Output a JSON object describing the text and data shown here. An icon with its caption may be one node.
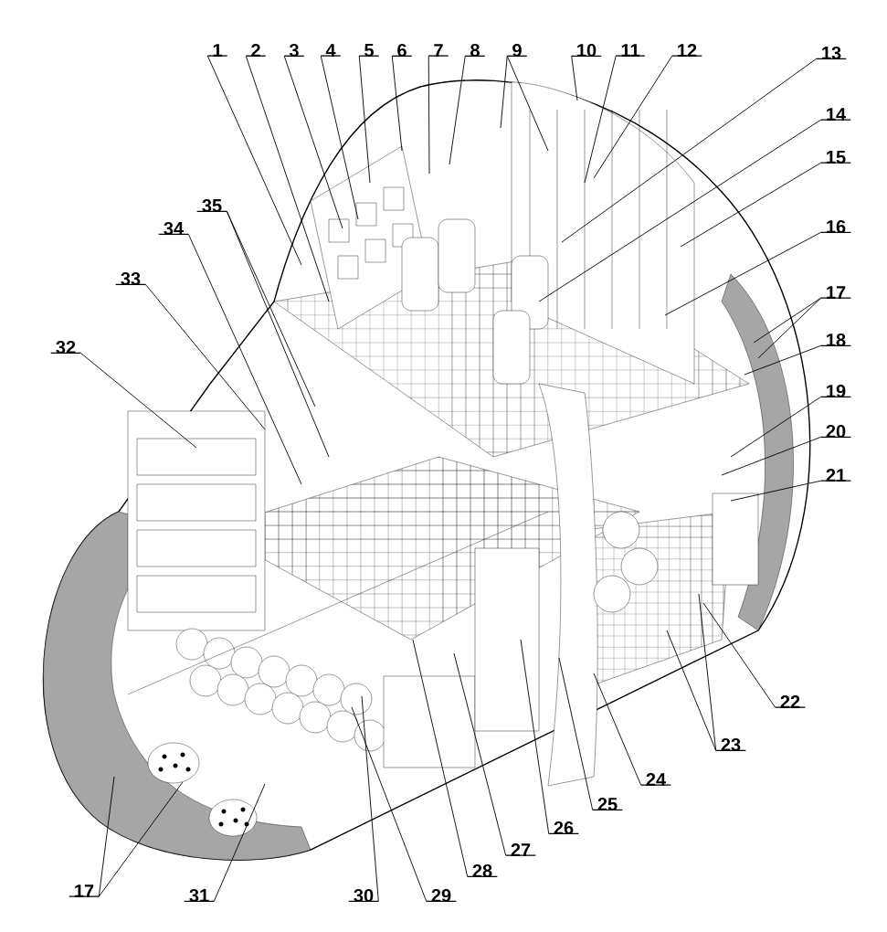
{
  "diagram": {
    "nodes": [
      {
        "text": [
          "1"
        ]
      },
      {
        "text": [
          "2"
        ]
      },
      {
        "text": [
          "3"
        ]
      },
      {
        "text": [
          "4"
        ]
      },
      {
        "text": [
          "5"
        ]
      },
      {
        "text": [
          "6"
        ]
      },
      {
        "text": [
          "7"
        ]
      },
      {
        "text": [
          "8"
        ]
      },
      {
        "text": [
          "9"
        ]
      },
      {
        "text": [
          "10"
        ]
      },
      {
        "text": [
          "11"
        ]
      },
      {
        "text": [
          "12"
        ]
      },
      {
        "text": [
          "13"
        ]
      },
      {
        "text": [
          "14"
        ]
      },
      {
        "text": [
          "15"
        ]
      },
      {
        "text": [
          "16"
        ]
      },
      {
        "text": [
          "17"
        ]
      },
      {
        "text": [
          "18"
        ]
      },
      {
        "text": [
          "19"
        ]
      },
      {
        "text": [
          "20"
        ]
      },
      {
        "text": [
          "21"
        ]
      },
      {
        "text": [
          "22"
        ]
      },
      {
        "text": [
          "23"
        ]
      },
      {
        "text": [
          "24"
        ]
      },
      {
        "text": [
          "25"
        ]
      },
      {
        "text": [
          "26"
        ]
      },
      {
        "text": [
          "27"
        ]
      },
      {
        "text": [
          "28"
        ]
      },
      {
        "text": [
          "29"
        ]
      },
      {
        "text": [
          "30"
        ]
      },
      {
        "text": [
          "31"
        ]
      },
      {
        "text": [
          "32"
        ]
      },
      {
        "text": [
          "33"
        ]
      },
      {
        "text": [
          "34"
        ]
      },
      {
        "text": [
          "35"
        ]
      },
      {
        "text": [
          "17"
        ]
      }
    ],
    "edges": [
      {
        "from": 0,
        "to": null,
        "arrow": "none"
      },
      {
        "from": 1,
        "to": null,
        "arrow": "none"
      },
      {
        "from": 2,
        "to": null,
        "arrow": "none"
      },
      {
        "from": 3,
        "to": null,
        "arrow": "none"
      },
      {
        "from": 4,
        "to": null,
        "arrow": "none"
      },
      {
        "from": 5,
        "to": null,
        "arrow": "none"
      },
      {
        "from": 6,
        "to": null,
        "arrow": "none"
      },
      {
        "from": 7,
        "to": null,
        "arrow": "none"
      },
      {
        "from": 8,
        "to": null,
        "arrow": "none"
      },
      {
        "from": 8,
        "to": null,
        "arrow": "none"
      },
      {
        "from": 9,
        "to": null,
        "arrow": "none"
      },
      {
        "from": 10,
        "to": null,
        "arrow": "none"
      },
      {
        "from": 11,
        "to": null,
        "arrow": "none"
      },
      {
        "from": 12,
        "to": null,
        "arrow": "none"
      },
      {
        "from": 13,
        "to": null,
        "arrow": "none"
      },
      {
        "from": 14,
        "to": null,
        "arrow": "none"
      },
      {
        "from": 15,
        "to": null,
        "arrow": "none"
      },
      {
        "from": 16,
        "to": null,
        "arrow": "none"
      },
      {
        "from": 16,
        "to": null,
        "arrow": "none"
      },
      {
        "from": 17,
        "to": null,
        "arrow": "none"
      },
      {
        "from": 18,
        "to": null,
        "arrow": "none"
      },
      {
        "from": 19,
        "to": null,
        "arrow": "none"
      },
      {
        "from": 20,
        "to": null,
        "arrow": "none"
      },
      {
        "from": 21,
        "to": null,
        "arrow": "none"
      },
      {
        "from": 22,
        "to": null,
        "arrow": "none"
      },
      {
        "from": 22,
        "to": null,
        "arrow": "none"
      },
      {
        "from": 23,
        "to": null,
        "arrow": "none"
      },
      {
        "from": 24,
        "to": null,
        "arrow": "none"
      },
      {
        "from": 25,
        "to": null,
        "arrow": "none"
      },
      {
        "from": 26,
        "to": null,
        "arrow": "none"
      },
      {
        "from": 27,
        "to": null,
        "arrow": "none"
      },
      {
        "from": 28,
        "to": null,
        "arrow": "none"
      },
      {
        "from": 29,
        "to": null,
        "arrow": "none"
      },
      {
        "from": 30,
        "to": null,
        "arrow": "none"
      },
      {
        "from": 31,
        "to": null,
        "arrow": "none"
      },
      {
        "from": 32,
        "to": null,
        "arrow": "none"
      },
      {
        "from": 33,
        "to": null,
        "arrow": "none"
      },
      {
        "from": 34,
        "to": null,
        "arrow": "none"
      },
      {
        "from": 34,
        "to": null,
        "arrow": "none"
      },
      {
        "from": 35,
        "to": null,
        "arrow": "none"
      },
      {
        "from": 35,
        "to": null,
        "arrow": "none"
      }
    ]
  }
}
